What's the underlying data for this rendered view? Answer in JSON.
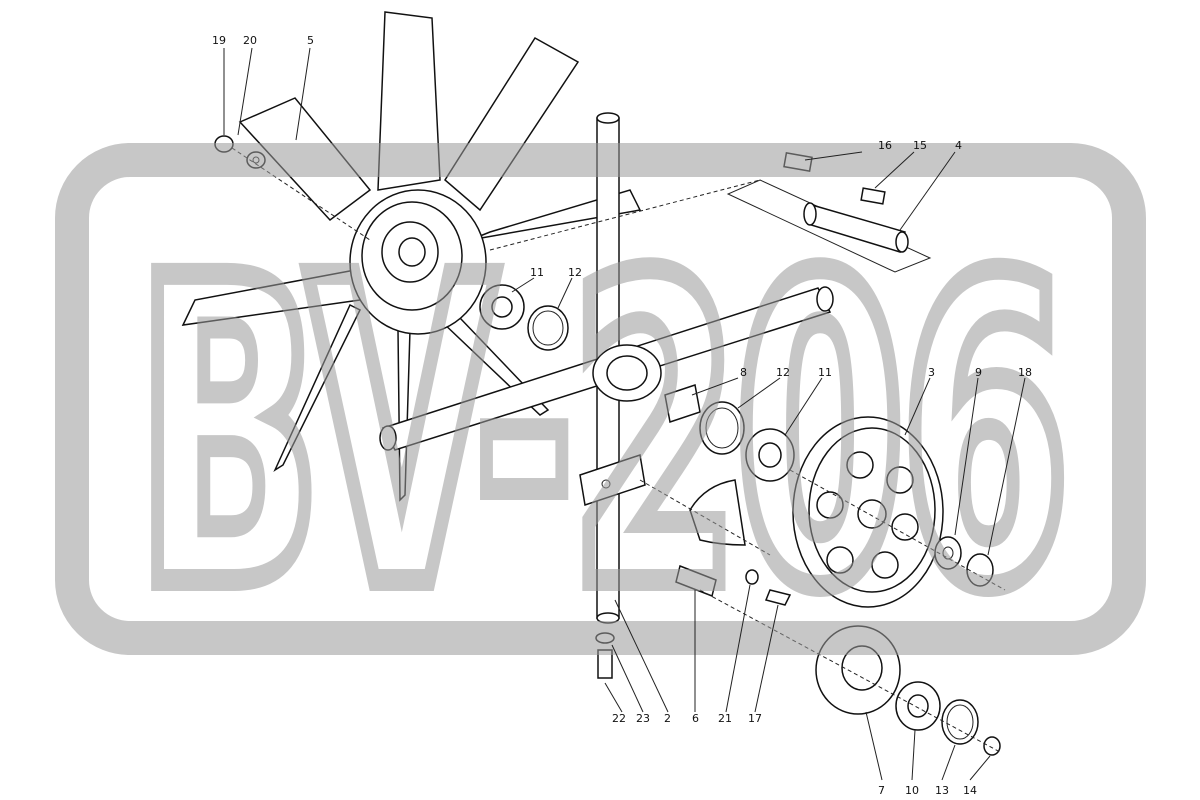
{
  "diagram": {
    "watermark": "BV-206",
    "callouts": [
      "19",
      "20",
      "5",
      "16",
      "15",
      "4",
      "11",
      "12",
      "8",
      "12",
      "11",
      "3",
      "9",
      "18",
      "22",
      "23",
      "2",
      "6",
      "21",
      "17",
      "7",
      "10",
      "13",
      "14"
    ]
  }
}
